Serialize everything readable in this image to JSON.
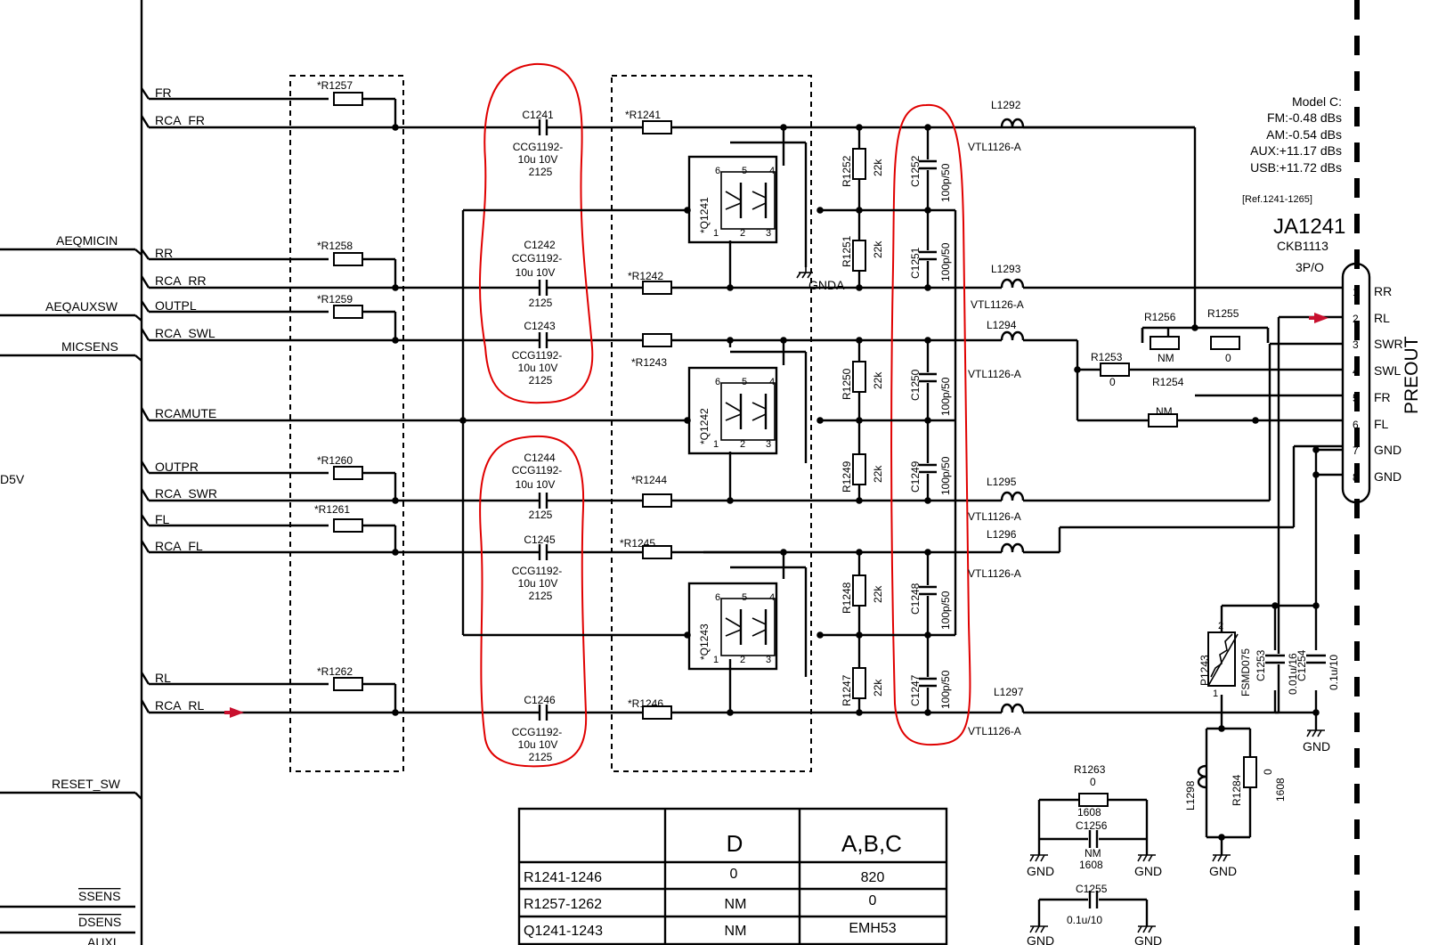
{
  "nets": {
    "left": [
      "FR",
      "RCA_FR",
      "RR",
      "RCA_RR",
      "OUTPL",
      "RCA_SWL",
      "RCAMUTE",
      "OUTPR",
      "RCA_SWR",
      "FL",
      "RCA_FL",
      "RL",
      "RCA_RL"
    ],
    "bus": [
      "AEQMICIN",
      "AEQAUXSW",
      "MICSENS",
      "RESET_SW",
      "SSENS",
      "DSENS",
      "AUXI"
    ],
    "d5v": "D5V",
    "gnda": "GNDA",
    "gnd": "GND"
  },
  "components": {
    "sel_resistors": [
      "*R1257",
      "*R1258",
      "*R1259",
      "*R1260",
      "*R1261",
      "*R1262"
    ],
    "coupling_caps": [
      {
        "ref": "C1241",
        "part": "CCG1192-",
        "val": "10u  10V",
        "pkg": "2125"
      },
      {
        "ref": "C1242",
        "part": "CCG1192-",
        "val": "10u    10V",
        "pkg": "2125"
      },
      {
        "ref": "C1243",
        "part": "CCG1192-",
        "val": "10u  10V",
        "pkg": "2125"
      },
      {
        "ref": "C1244",
        "part": "CCG1192-",
        "val": "10u    10V",
        "pkg": "2125"
      },
      {
        "ref": "C1245",
        "part": "CCG1192-",
        "val": "10u  10V",
        "pkg": "2125"
      },
      {
        "ref": "C1246",
        "part": "CCG1192-",
        "val": "10u  10V",
        "pkg": "2125"
      }
    ],
    "series_resistors": [
      "*R1241",
      "*R1242",
      "*R1243",
      "*R1244",
      "*R1245",
      "*R1246"
    ],
    "mute_transistors": [
      "*Q1241",
      "*Q1242",
      "*Q1243"
    ],
    "pin_numbers": [
      "1",
      "2",
      "3",
      "4",
      "5",
      "6"
    ],
    "shunt_resistors": [
      {
        "ref": "R1252",
        "val": "22k"
      },
      {
        "ref": "R1251",
        "val": "22k"
      },
      {
        "ref": "R1250",
        "val": "22k"
      },
      {
        "ref": "R1249",
        "val": "22k"
      },
      {
        "ref": "R1248",
        "val": "22k"
      },
      {
        "ref": "R1247",
        "val": "22k"
      }
    ],
    "filter_caps": [
      {
        "ref": "C1252",
        "val": "100p/50"
      },
      {
        "ref": "C1251",
        "val": "100p/50"
      },
      {
        "ref": "C1250",
        "val": "100p/50"
      },
      {
        "ref": "C1249",
        "val": "100p/50"
      },
      {
        "ref": "C1248",
        "val": "100p/50"
      },
      {
        "ref": "C1247",
        "val": "100p/50"
      }
    ],
    "inductors": [
      {
        "ref": "L1292",
        "part": "VTL1126-A"
      },
      {
        "ref": "L1293",
        "part": "VTL1126-A"
      },
      {
        "ref": "L1294",
        "part": "VTL1126-A"
      },
      {
        "ref": "L1295",
        "part": "VTL1126-A"
      },
      {
        "ref": "L1296",
        "part": "VTL1126-A"
      },
      {
        "ref": "L1297",
        "part": "VTL1126-A"
      }
    ],
    "out_resistors": [
      {
        "ref": "R1256",
        "val": "NM"
      },
      {
        "ref": "R1255",
        "val": "0"
      },
      {
        "ref": "R1253",
        "val": "0"
      },
      {
        "ref": "R1254",
        "val": "NM"
      }
    ],
    "protection": {
      "p_ref": "P1243",
      "p_part": "FSMD075",
      "pin2": "2",
      "pin1": "1",
      "c1253_ref": "C1253",
      "c1253_val": "0.01u/16",
      "c1254_ref": "C1254",
      "c1254_val": "0.1u/10",
      "l1298": "L1298",
      "r1284_ref": "R1284",
      "r1284_val": "0",
      "r1284_pkg": "1608"
    },
    "misc": {
      "r1263_ref": "R1263",
      "r1263_val": "0",
      "r1263_pkg": "1608",
      "c1256_ref": "C1256",
      "c1256_val": "NM",
      "c1256_pkg": "1608",
      "c1255_ref": "C1255",
      "c1255_val": "0.1u/10"
    }
  },
  "connector": {
    "ref": "JA1241",
    "part": "CKB1113",
    "type": "3P/O",
    "title": "PREOUT",
    "refrange": "[Ref.1241-1265]",
    "pins": [
      {
        "num": "1",
        "name": "RR"
      },
      {
        "num": "2",
        "name": "RL"
      },
      {
        "num": "3",
        "name": "SWR"
      },
      {
        "num": "4",
        "name": "SWL"
      },
      {
        "num": "5",
        "name": "FR"
      },
      {
        "num": "6",
        "name": "FL"
      },
      {
        "num": "7",
        "name": "GND"
      },
      {
        "num": "8",
        "name": "GND"
      }
    ]
  },
  "model_note": [
    "Model C:",
    "FM:-0.48 dBs",
    "AM:-0.54 dBs",
    "AUX:+11.17 dBs",
    "USB:+11.72 dBs"
  ],
  "variant_table": {
    "headers": [
      "",
      "D",
      "A,B,C"
    ],
    "rows": [
      [
        "R1241-1246",
        "0",
        "820"
      ],
      [
        "R1257-1262",
        "NM",
        "0"
      ],
      [
        "Q1241-1243",
        "NM",
        "EMH53"
      ]
    ]
  },
  "colors": {
    "annotation_red": "#e00000",
    "wire": "#000000",
    "arrow_red": "#c8102e"
  }
}
